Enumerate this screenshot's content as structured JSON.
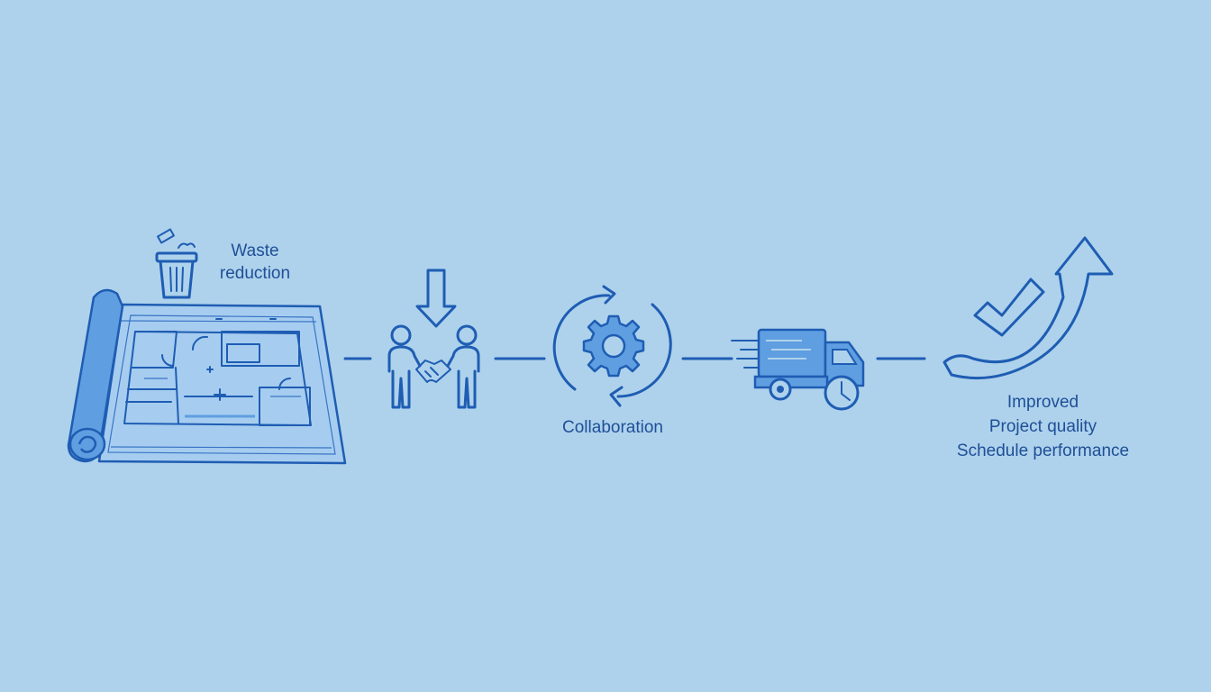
{
  "labels": {
    "waste": [
      "Waste",
      "reduction"
    ],
    "collaboration": "Collaboration",
    "outcome": [
      "Improved",
      "Project quality",
      "Schedule performance"
    ]
  },
  "icons": {
    "blueprint": "blueprint-roll-icon",
    "waste": "trash-bin-icon",
    "collaboration": "handshake-people-icon",
    "process": "gear-cycle-icon",
    "delivery": "delivery-truck-clock-icon",
    "outcome": "checkmark-arrow-icon"
  },
  "colors": {
    "background": "#aed2ec",
    "stroke": "#1f5db3",
    "fill": "#5f9ee0",
    "text": "#1f4f97"
  }
}
